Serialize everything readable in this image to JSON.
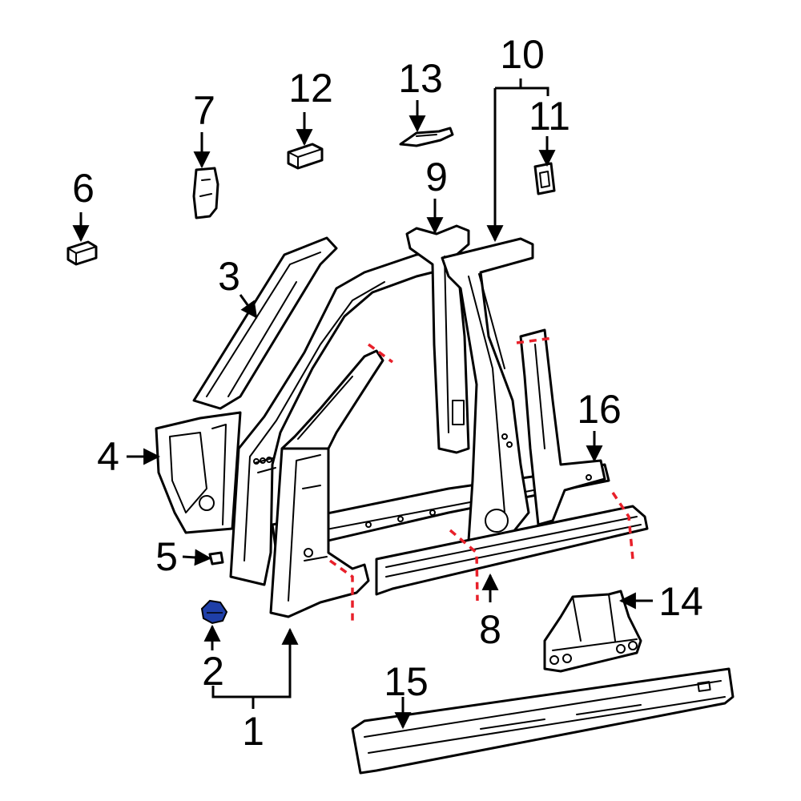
{
  "callouts": [
    {
      "id": "1",
      "text": "1"
    },
    {
      "id": "2",
      "text": "2"
    },
    {
      "id": "3",
      "text": "3"
    },
    {
      "id": "4",
      "text": "4"
    },
    {
      "id": "5",
      "text": "5"
    },
    {
      "id": "6",
      "text": "6"
    },
    {
      "id": "7",
      "text": "7"
    },
    {
      "id": "8",
      "text": "8"
    },
    {
      "id": "9",
      "text": "9"
    },
    {
      "id": "10",
      "text": "10"
    },
    {
      "id": "11",
      "text": "11"
    },
    {
      "id": "12",
      "text": "12"
    },
    {
      "id": "13",
      "text": "13"
    },
    {
      "id": "14",
      "text": "14"
    },
    {
      "id": "15",
      "text": "15"
    },
    {
      "id": "16",
      "text": "16"
    }
  ],
  "colors": {
    "outline": "#000000",
    "cut_line": "#e8202a",
    "highlight_part": "#1f3fa8",
    "background": "#ffffff"
  }
}
